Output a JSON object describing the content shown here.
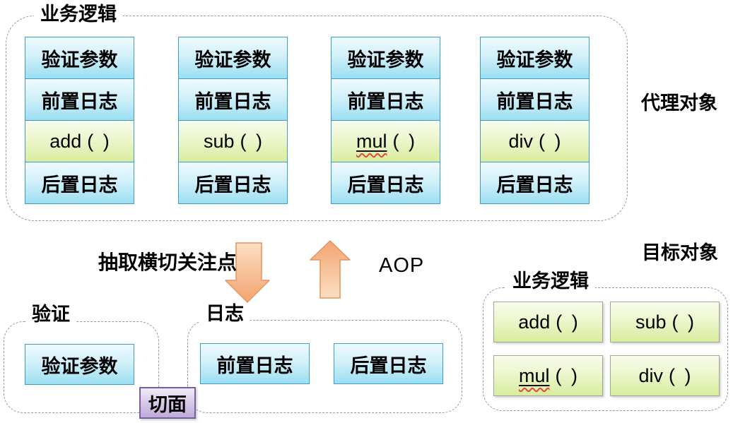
{
  "colors": {
    "text": "#000000",
    "dashed_border": "#8d99a6",
    "blue_box_border": "#3d9dc6",
    "blue_box_top": "#eefafe",
    "blue_box_bottom": "#9bdff2",
    "green_box_top": "#f8fcee",
    "green_box_bottom": "#d8ec9e",
    "green_box_border_gray": "#9da894",
    "arrow_fill_light": "#fcdfc2",
    "arrow_fill_dark": "#f2a470",
    "arrow_border": "#e6945e",
    "purple_box_top": "#efeaf7",
    "purple_box_bottom": "#bfa9d9",
    "purple_box_border": "#7b5ca3",
    "spellcheck_red": "#e04b3a"
  },
  "proxy": {
    "group_label": "业务逻辑",
    "side_label": "代理对象",
    "validate": "验证参数",
    "pre_log": "前置日志",
    "post_log": "后置日志",
    "methods": [
      "add",
      "sub",
      "mul",
      "div"
    ],
    "parens": "( )",
    "misspelled_method": "mul"
  },
  "flow": {
    "extract_label": "抽取横切关注点",
    "aop_label": "AOP"
  },
  "aspects": {
    "badge_label": "切面",
    "validate_group_label": "验证",
    "validate_box": "验证参数",
    "log_group_label": "日志",
    "pre_log_box": "前置日志",
    "post_log_box": "后置日志"
  },
  "target": {
    "side_label": "目标对象",
    "group_label": "业务逻辑",
    "methods": [
      "add",
      "sub",
      "mul",
      "div"
    ],
    "parens": "( )"
  }
}
